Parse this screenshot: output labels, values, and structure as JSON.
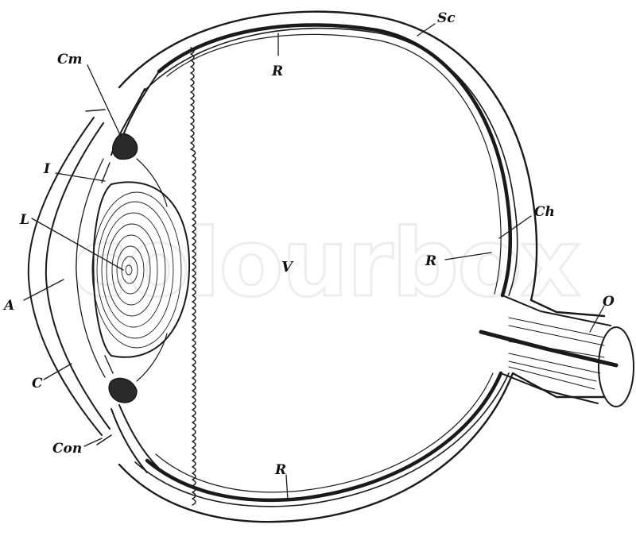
{
  "diagram": {
    "watermark": "colourbox",
    "labels": {
      "sc": "Sc",
      "cm": "Cm",
      "r_top": "R",
      "i": "I",
      "l": "L",
      "a": "A",
      "c": "C",
      "con": "Con",
      "v": "V",
      "ch": "Ch",
      "r_mid": "R",
      "o": "O",
      "r_bottom": "R"
    }
  }
}
